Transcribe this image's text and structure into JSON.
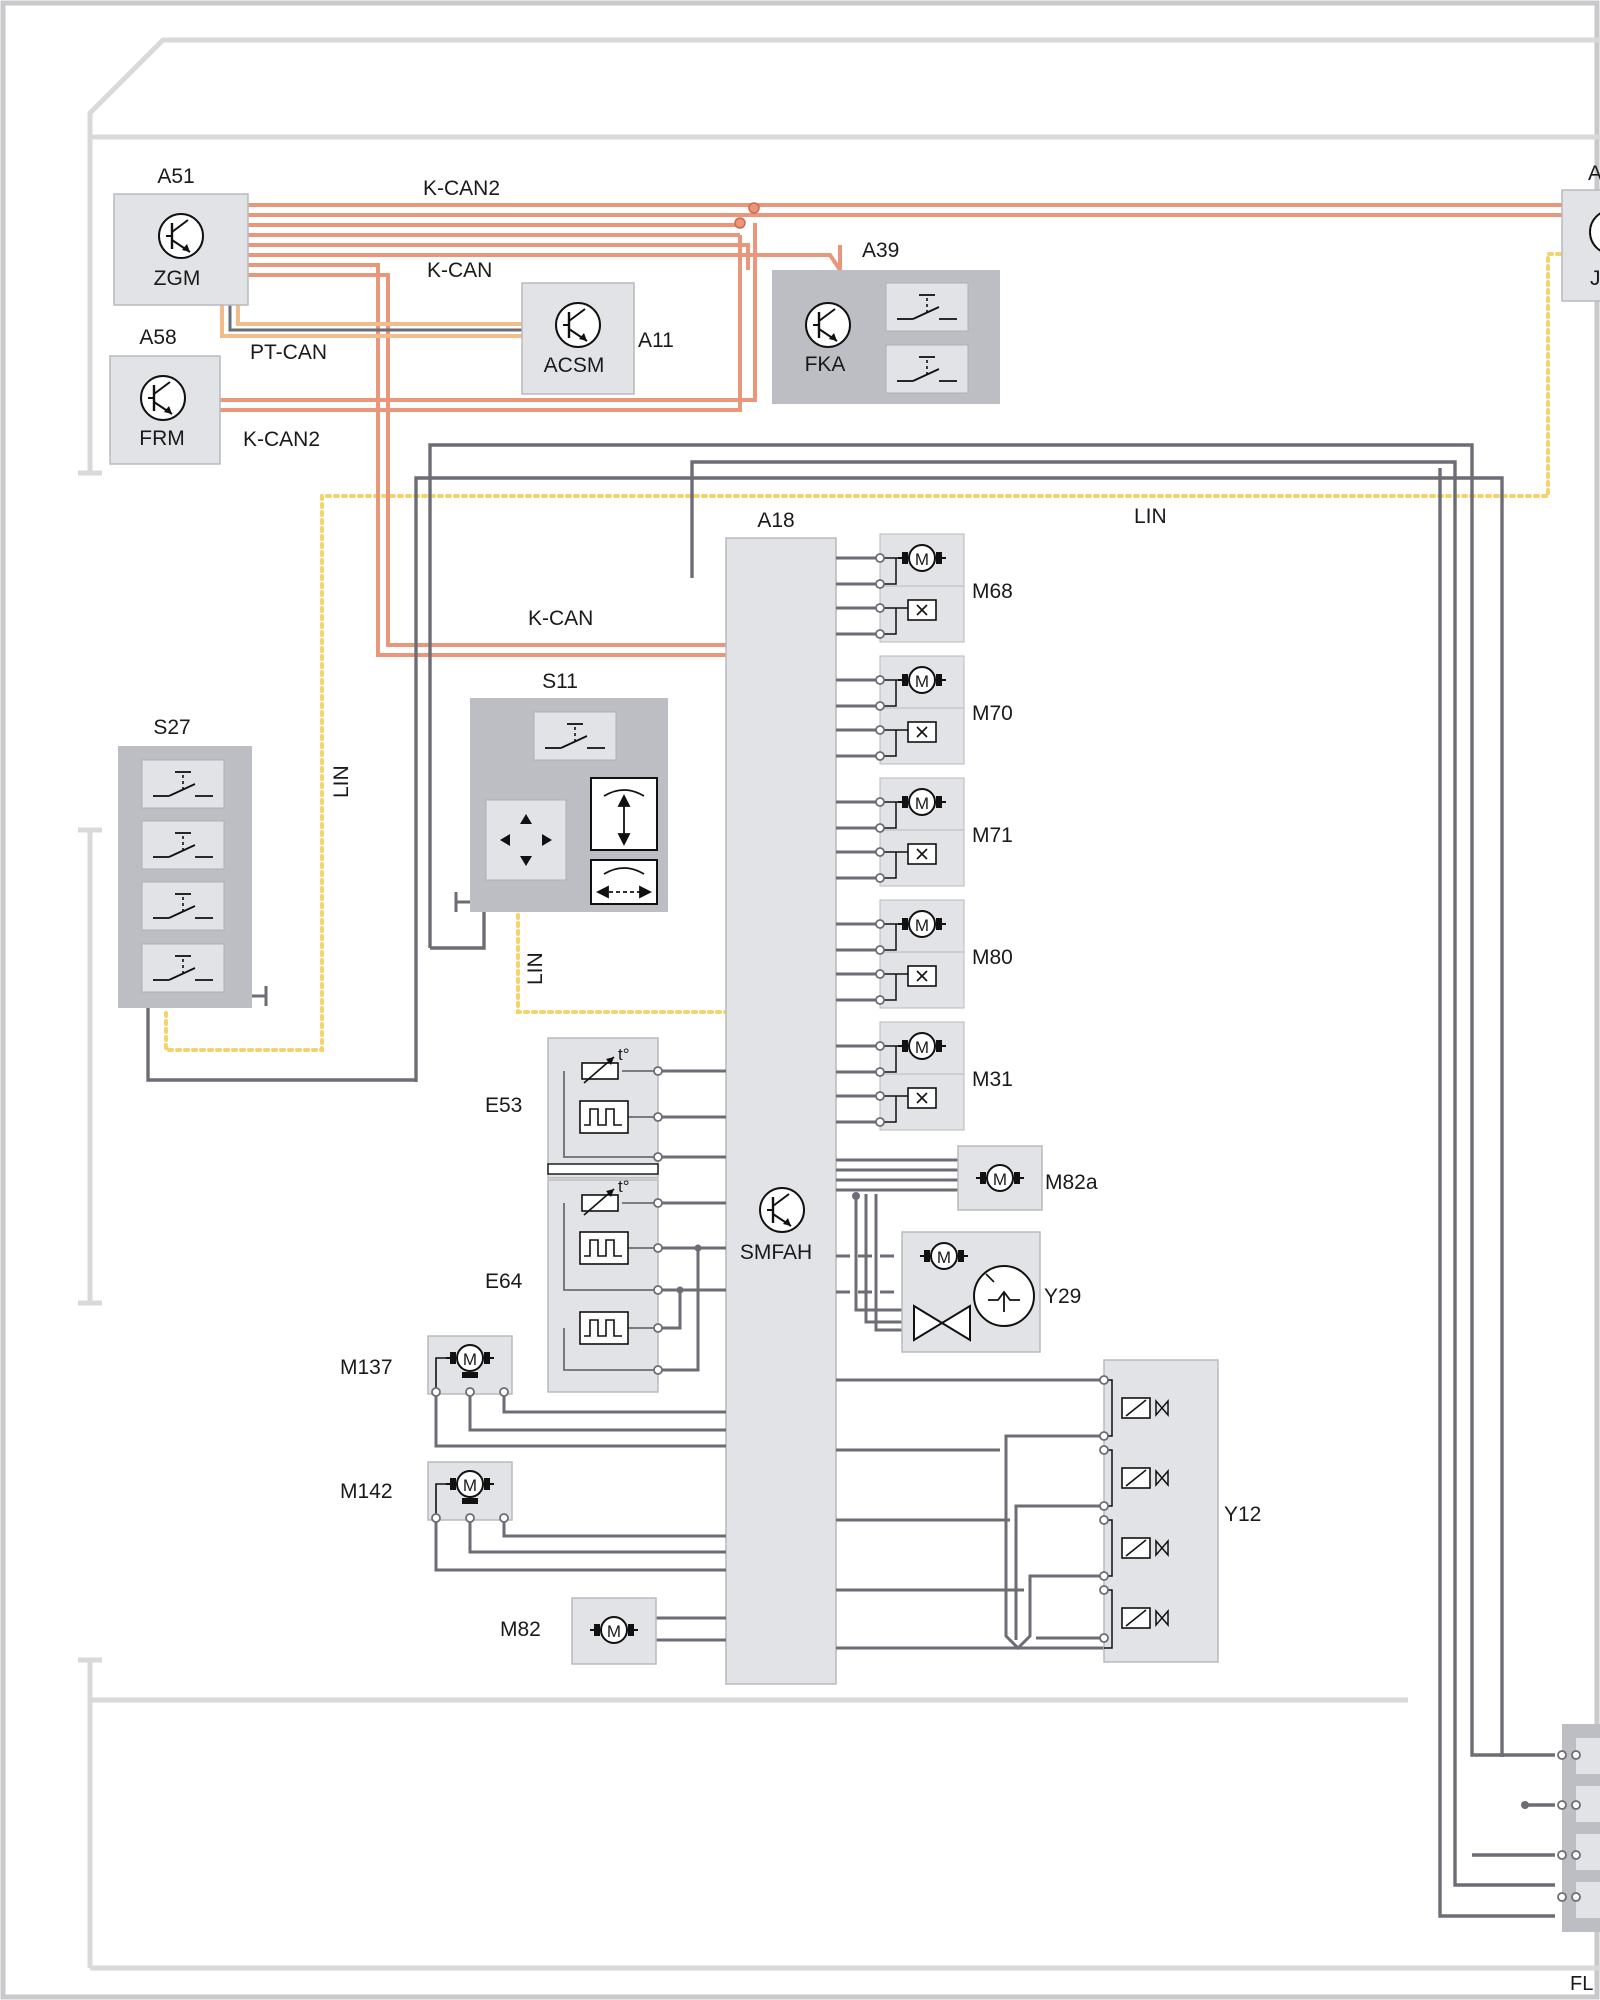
{
  "components": {
    "a51": {
      "label": "A51",
      "name": "ZGM"
    },
    "a58": {
      "label": "A58",
      "name": "FRM"
    },
    "a11": {
      "label": "A11",
      "name": "ACSM"
    },
    "a39": {
      "label": "A39",
      "name": "FKA"
    },
    "a18": {
      "label": "A18",
      "name": "SMFAH"
    },
    "right_top": {
      "label": "A",
      "name": "J"
    },
    "s27": {
      "label": "S27"
    },
    "s11": {
      "label": "S11"
    },
    "e53": {
      "label": "E53"
    },
    "e64": {
      "label": "E64"
    },
    "m137": {
      "label": "M137"
    },
    "m142": {
      "label": "M142"
    },
    "m82": {
      "label": "M82"
    },
    "m82a": {
      "label": "M82a"
    },
    "y29": {
      "label": "Y29"
    },
    "y12": {
      "label": "Y12"
    }
  },
  "motor_blocks": [
    "M68",
    "M70",
    "M71",
    "M80",
    "M31"
  ],
  "motor_symbol": "M",
  "temp_symbol": "t°",
  "bus_labels": {
    "kcan2_top": "K-CAN2",
    "kcan_top": "K-CAN",
    "ptcan": "PT-CAN",
    "kcan2_frm": "K-CAN2",
    "kcan_a18": "K-CAN",
    "lin_right": "LIN",
    "lin_left": "LIN",
    "lin_s11": "LIN"
  },
  "footer_code": "FL",
  "colors": {
    "can_bus": "#e8977a",
    "pt_can": "#f1bd8a",
    "lin_bus": "#f3d46a",
    "signal_wire": "#6c6d75",
    "module_fill": "#e2e3e7",
    "panel_fill": "#bdbec3",
    "frame": "#d9d9d9"
  }
}
